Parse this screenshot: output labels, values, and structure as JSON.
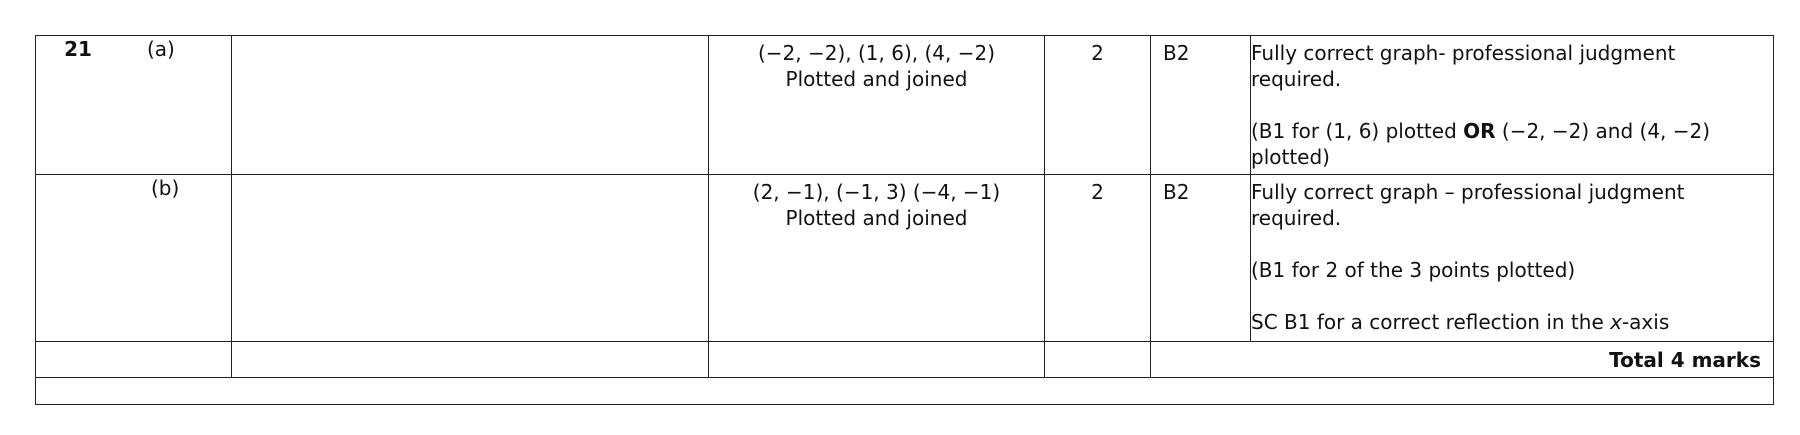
{
  "question": {
    "number": "21",
    "parts": [
      {
        "label": "(a)",
        "answer_line1": "(−2, −2), (1, 6), (4, −2)",
        "answer_line2": "Plotted and joined",
        "mark": "2",
        "mark_code": "B2",
        "guidance_1": "Fully correct graph- professional judgment required.",
        "guidance_2_before": "(B1 for (1, 6) plotted ",
        "guidance_2_bold": "OR",
        "guidance_2_after": " (−2, −2) and (4, −2) plotted)"
      },
      {
        "label": "(b)",
        "answer_line1": "(2, −1), (−1, 3) (−4, −1)",
        "answer_line2": "Plotted and joined",
        "mark": "2",
        "mark_code": "B2",
        "guidance_1": "Fully correct graph – professional judgment required.",
        "guidance_2": "(B1 for 2 of the 3 points plotted)",
        "guidance_3_before": "SC B1 for a correct reflection in the ",
        "guidance_3_italic": "x",
        "guidance_3_after": "-axis"
      }
    ],
    "total": "Total 4 marks"
  }
}
